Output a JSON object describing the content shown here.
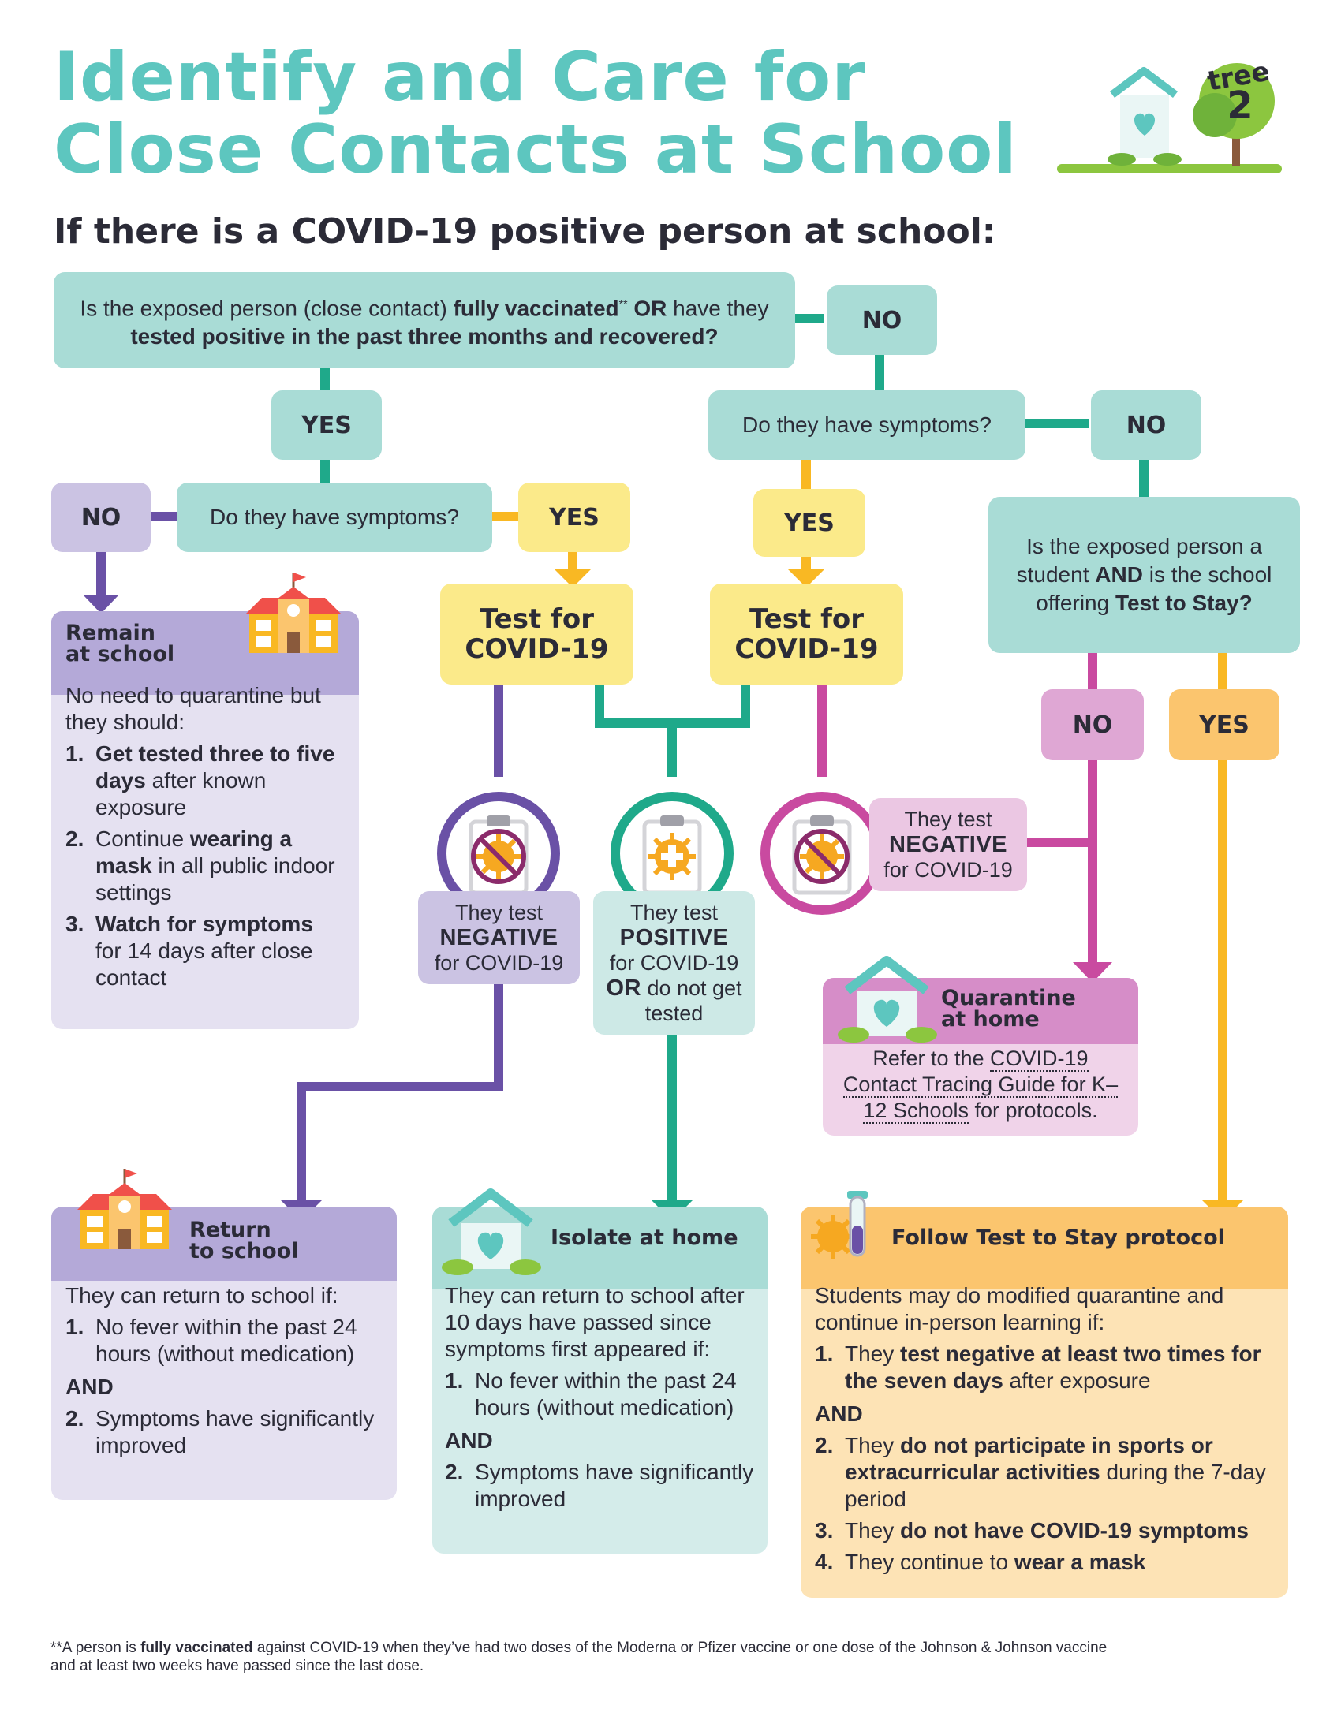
{
  "title_line1": "Identify and Care for",
  "title_line2": "Close Contacts at School",
  "logo_text_top": "tree",
  "logo_text_num": "2",
  "subtitle": "If there is a COVID-19 positive person at school:",
  "q_main_pre": "Is the exposed person (close contact) ",
  "q_main_b1": "fully vaccinated",
  "q_main_sup": "**",
  "q_main_b2": " OR",
  "q_main_mid": " have they ",
  "q_main_b3": "tested positive in the past three months and recovered?",
  "labels": {
    "yes": "YES",
    "no": "NO"
  },
  "q_symptoms": "Do they have symptoms?",
  "q_student_1": "Is the exposed person a student ",
  "q_student_b": "AND",
  "q_student_2": " is the school offering ",
  "q_student_b2": "Test to Stay?",
  "test_line1": "Test for",
  "test_line2": "COVID-19",
  "neg_1": "They test",
  "neg_b": "NEGATIVE",
  "neg_2": "for COVID-19",
  "pos_1": "They test",
  "pos_b": "POSITIVE",
  "pos_2": "for COVID-19",
  "pos_or": "OR",
  "pos_3": " do not get tested",
  "remain": {
    "head_1": "Remain",
    "head_2": "at school",
    "intro": "No need to quarantine but they should:",
    "i1_b": "Get tested three to five days",
    "i1_r": " after known exposure",
    "i2_a": "Continue ",
    "i2_b": "wearing a mask",
    "i2_r": " in all public indoor settings",
    "i3_b": "Watch for symptoms",
    "i3_r": " for 14 days after close contact"
  },
  "quarantine": {
    "head_1": "Quarantine",
    "head_2": "at home",
    "t1": "Refer to the ",
    "link": "COVID-19 Contact Tracing Guide for K–12 Schools",
    "t2": " for protocols."
  },
  "return_school": {
    "head_1": "Return",
    "head_2": "to school",
    "intro": "They can return to school if:",
    "i1": "No fever within the past 24 hours (without medication)",
    "and": "AND",
    "i2": "Symptoms have significantly improved"
  },
  "isolate": {
    "head": "Isolate at home",
    "intro": "They can return to school after 10 days have passed since symptoms first appeared if:",
    "i1": "No fever within the past 24 hours (without medication)",
    "and": "AND",
    "i2": "Symptoms have significantly improved"
  },
  "tts": {
    "head": "Follow Test to Stay protocol",
    "intro": "Students may do modified quarantine and continue in-person learning if:",
    "i1_a": "They ",
    "i1_b": "test negative at least two times for the seven days",
    "i1_r": " after exposure",
    "and": "AND",
    "i2_a": "They ",
    "i2_b": "do not participate in sports or extracurricular activities",
    "i2_r": " during the 7-day period",
    "i3_a": "They ",
    "i3_b": "do not have COVID-19 symptoms",
    "i4_a": "They continue to ",
    "i4_b": "wear a mask"
  },
  "nums": {
    "n1": "1.",
    "n2": "2.",
    "n3": "3.",
    "n4": "4."
  },
  "footnote_pre": "**A person is ",
  "footnote_b": "fully vaccinated",
  "footnote_post": " against COVID-19 when they’ve had two doses of the Moderna or Pfizer vaccine or one dose of the Johnson & Johnson vaccine and at least two weeks have passed since the last dose.",
  "colors": {
    "teal": "#5dc6bf",
    "teal_light": "#a9dcd6",
    "green_line": "#1fa98a",
    "yellow": "#fbea8a",
    "yellow_line": "#f9b823",
    "purple": "#6a51a6",
    "lavender": "#cbc3e3",
    "magenta": "#c94aa0",
    "pink": "#dfa7d4",
    "orange": "#fbc56e",
    "orange_line": "#f6a821"
  },
  "icons": [
    "house-heart-icon",
    "tree-icon",
    "school-building-icon",
    "virus-crossed-icon",
    "virus-plus-icon",
    "clipboard-icon",
    "test-tube-icon"
  ]
}
